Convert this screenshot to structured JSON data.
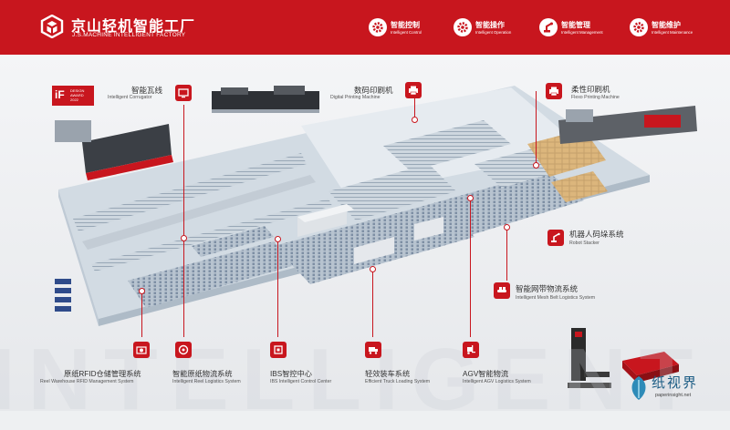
{
  "brand": {
    "name_cn": "京山轻机智能工厂",
    "name_en": "J.S.MACHINE INTELLIGENT FACTORY"
  },
  "nav": [
    {
      "cn": "智能控制",
      "en": "Intelligent Control",
      "icon": "gear-icon"
    },
    {
      "cn": "智能操作",
      "en": "Intelligent Operation",
      "icon": "gear-icon"
    },
    {
      "cn": "智能管理",
      "en": "Intelligent Management",
      "icon": "robot-arm-icon"
    },
    {
      "cn": "智能维护",
      "en": "Intelligent Maintenance",
      "icon": "gear-icon"
    }
  ],
  "award": {
    "if": "iF",
    "line1": "DESIGN",
    "line2": "AWARD",
    "line3": "2022"
  },
  "callouts": {
    "corrugator": {
      "cn": "智能瓦线",
      "en": "Intelligent Corrugator"
    },
    "digital": {
      "cn": "数码印刷机",
      "en": "Digital Printing Machine"
    },
    "flexo": {
      "cn": "柔性印刷机",
      "en": "Flexo Printing Machine"
    },
    "stacker": {
      "cn": "机器人码垛系统",
      "en": "Robot Stacker"
    },
    "mesh": {
      "cn": "智能网带物流系统",
      "en": "Intelligent Mesh Belt Logistics System"
    }
  },
  "bottom": [
    {
      "cn": "原纸RFID仓储管理系统",
      "en": "Reel Warehouse RFID Management System"
    },
    {
      "cn": "智能原纸物流系统",
      "en": "Intelligent Reel Logistics System"
    },
    {
      "cn": "IBS智控中心",
      "en": "IBS Intelligent Control Center"
    },
    {
      "cn": "轻效装车系统",
      "en": "Efficient Truck Loading System"
    },
    {
      "cn": "AGV智能物流",
      "en": "Intelligent AGV Logistics System"
    }
  ],
  "watermark": "INTELLIGENT",
  "site": {
    "cn": "纸视界",
    "en": "paperinsight.net"
  },
  "colors": {
    "accent": "#c8161e",
    "floor": "#c9d4de"
  }
}
